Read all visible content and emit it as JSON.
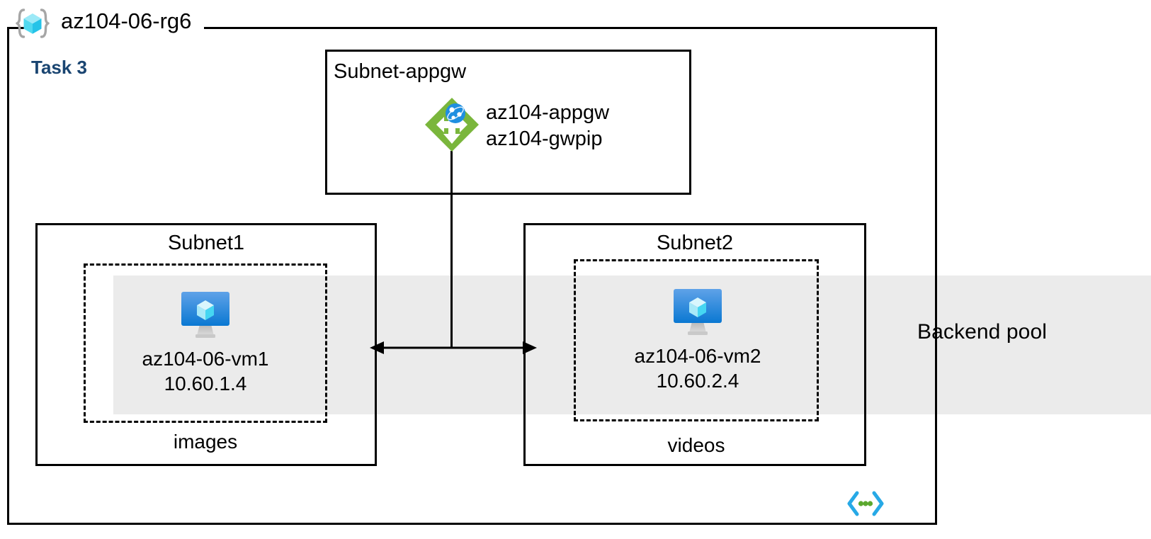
{
  "diagram": {
    "resource_group": {
      "name": "az104-06-rg6",
      "icon": "resource-group-cube-icon"
    },
    "task_label": "Task 3",
    "backend_pool": {
      "label": "Backend pool",
      "band_color": "#ebebeb"
    },
    "gateway_subnet": {
      "title": "Subnet-appgw",
      "icon": "application-gateway-icon",
      "resources": [
        "az104-appgw",
        "az104-gwpip"
      ]
    },
    "subnets": [
      {
        "title": "Subnet1",
        "zone_label": "images",
        "vm": {
          "icon": "virtual-machine-icon",
          "name": "az104-06-vm1",
          "ip": "10.60.1.4"
        }
      },
      {
        "title": "Subnet2",
        "zone_label": "videos",
        "vm": {
          "icon": "virtual-machine-icon",
          "name": "az104-06-vm2",
          "ip": "10.60.2.4"
        }
      }
    ],
    "footer_icon": "virtual-network-code-icon",
    "colors": {
      "task_text": "#1a4571",
      "gateway_green": "#7ab63c",
      "vm_blue": "#0a7cd4",
      "cube_cyan": "#5ce0f5",
      "band_gray": "#ebebeb",
      "stroke": "#000000"
    }
  }
}
